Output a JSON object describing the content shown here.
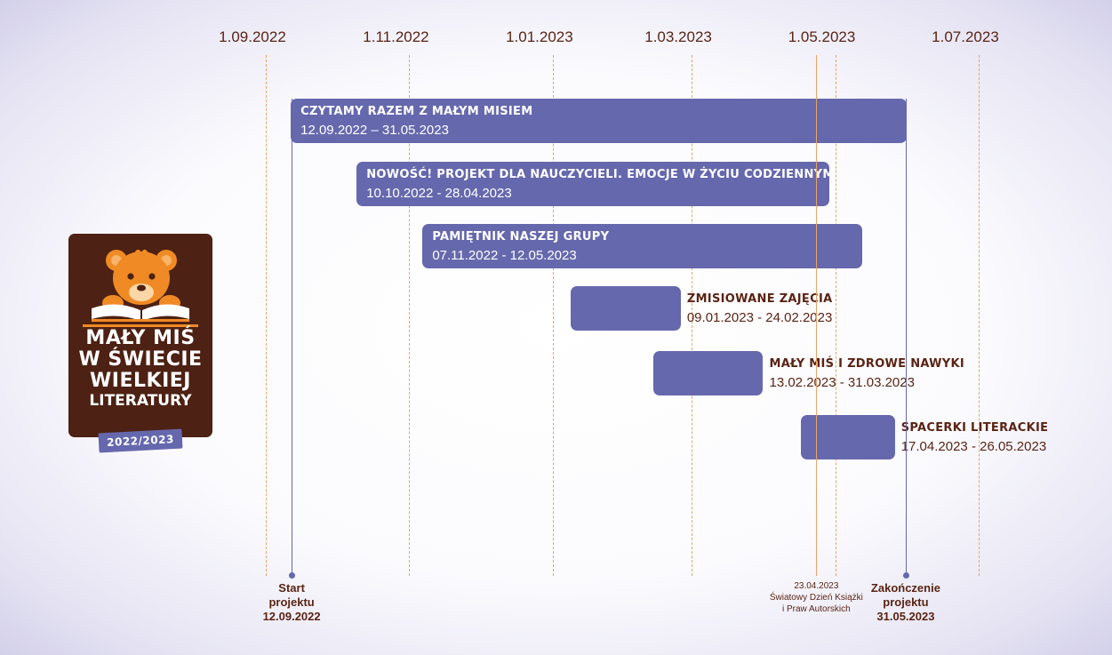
{
  "axis": {
    "labels": [
      "1.09.2022",
      "1.11.2022",
      "1.01.2023",
      "1.03.2023",
      "1.05.2023",
      "1.07.2023"
    ]
  },
  "tasks": [
    {
      "title": "CZYTAMY RAZEM Z MAŁYM MISIEM",
      "dates": "12.09.2022 – 31.05.2023",
      "start": "2022-09-12",
      "end": "2023-05-31",
      "label_position": "inside"
    },
    {
      "title": "NOWOŚĆ! PROJEKT DLA NAUCZYCIELI. EMOCJE W ŻYCIU CODZIENNYM",
      "dates": "10.10.2022 - 28.04.2023",
      "start": "2022-10-10",
      "end": "2023-04-28",
      "label_position": "inside"
    },
    {
      "title": "PAMIĘTNIK NASZEJ GRUPY",
      "dates": "07.11.2022 - 12.05.2023",
      "start": "2022-11-07",
      "end": "2023-05-12",
      "label_position": "inside"
    },
    {
      "title": "ZMISIOWANE ZAJĘCIA",
      "dates": "09.01.2023 - 24.02.2023",
      "start": "2023-01-09",
      "end": "2023-02-24",
      "label_position": "outside"
    },
    {
      "title": "MAŁY MIŚ I ZDROWE NAWYKI",
      "dates": "13.02.2023 - 31.03.2023",
      "start": "2023-02-13",
      "end": "2023-03-31",
      "label_position": "outside"
    },
    {
      "title": "SPACERKI LITERACKIE",
      "dates": "17.04.2023 - 26.05.2023",
      "start": "2023-04-17",
      "end": "2023-05-26",
      "label_position": "outside"
    }
  ],
  "markers": {
    "start": {
      "lines": [
        "Start",
        "projektu",
        "12.09.2022"
      ],
      "date": "2022-09-12"
    },
    "end": {
      "lines": [
        "Zakończenie",
        "projektu",
        "31.05.2023"
      ],
      "date": "2023-05-31"
    },
    "event": {
      "lines": [
        "23.04.2023",
        "Światowy Dzień Książki",
        "i Praw Autorskich"
      ],
      "date": "2023-04-23"
    }
  },
  "logo": {
    "lines": [
      "MAŁY MIŚ",
      "W ŚWIECIE",
      "WIELKIEJ",
      "LITERATURY"
    ],
    "year": "2022/2023"
  },
  "colors": {
    "bar": "#6668ad",
    "text_dark": "#5a2414",
    "grid": "#e9a467",
    "logo_bg": "#4d2113",
    "bear": "#f08a24"
  }
}
